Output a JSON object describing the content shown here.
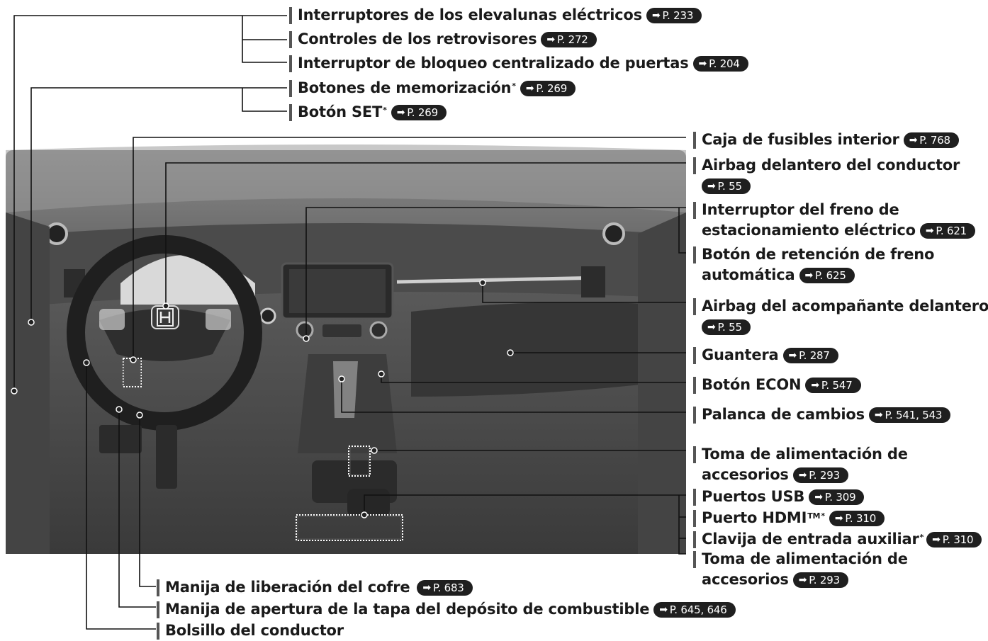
{
  "page_ref_icon": "arrow-right-icon",
  "labels": {
    "power_windows": {
      "text": "Interruptores de los elevalunas eléctricos",
      "ref": "P. 233"
    },
    "mirror_controls": {
      "text": "Controles de los retrovisores",
      "ref": "P. 272"
    },
    "door_lock": {
      "text": "Interruptor de bloqueo centralizado de puertas",
      "ref": "P. 204"
    },
    "memory_buttons": {
      "text": "Botones de memorización",
      "star": "*",
      "ref": "P. 269"
    },
    "set_button": {
      "text": "Botón SET",
      "star": "*",
      "ref": "P. 269"
    },
    "fuse_box": {
      "text": "Caja de fusibles interior",
      "ref": "P. 768"
    },
    "driver_airbag": {
      "text": "Airbag delantero del conductor",
      "ref": "P. 55"
    },
    "parking_brake": {
      "line1": "Interruptor del freno de",
      "line2": "estacionamiento eléctrico",
      "ref": "P. 621"
    },
    "brake_hold": {
      "line1": "Botón de retención de freno",
      "line2": "automática",
      "ref": "P. 625"
    },
    "passenger_airbag": {
      "text": "Airbag del acompañante delantero",
      "ref": "P. 55"
    },
    "glovebox": {
      "text": "Guantera",
      "ref": "P. 287"
    },
    "econ": {
      "text": "Botón ECON",
      "ref": "P. 547"
    },
    "shift_lever": {
      "text": "Palanca de cambios",
      "ref": "P. 541, 543"
    },
    "accessory_power_1": {
      "line1": "Toma de alimentación de",
      "line2": "accesorios",
      "ref": "P. 293"
    },
    "usb": {
      "text": "Puertos USB",
      "ref": "P. 309"
    },
    "hdmi": {
      "text": "Puerto HDMI",
      "tm": "TM",
      "star": "*",
      "ref": "P. 310"
    },
    "aux": {
      "text": "Clavija de entrada auxiliar",
      "star": "*",
      "ref": "P. 310"
    },
    "accessory_power_2": {
      "line1": "Toma de alimentación de",
      "line2": "accesorios",
      "ref": "P. 293"
    },
    "hood_release": {
      "text": "Manija de liberación del cofre",
      "ref": "P. 683"
    },
    "fuel_door": {
      "text": "Manija de apertura de la tapa del depósito de combustible",
      "ref": "P. 645, 646"
    },
    "driver_pocket": {
      "text": "Bolsillo del conductor"
    }
  }
}
